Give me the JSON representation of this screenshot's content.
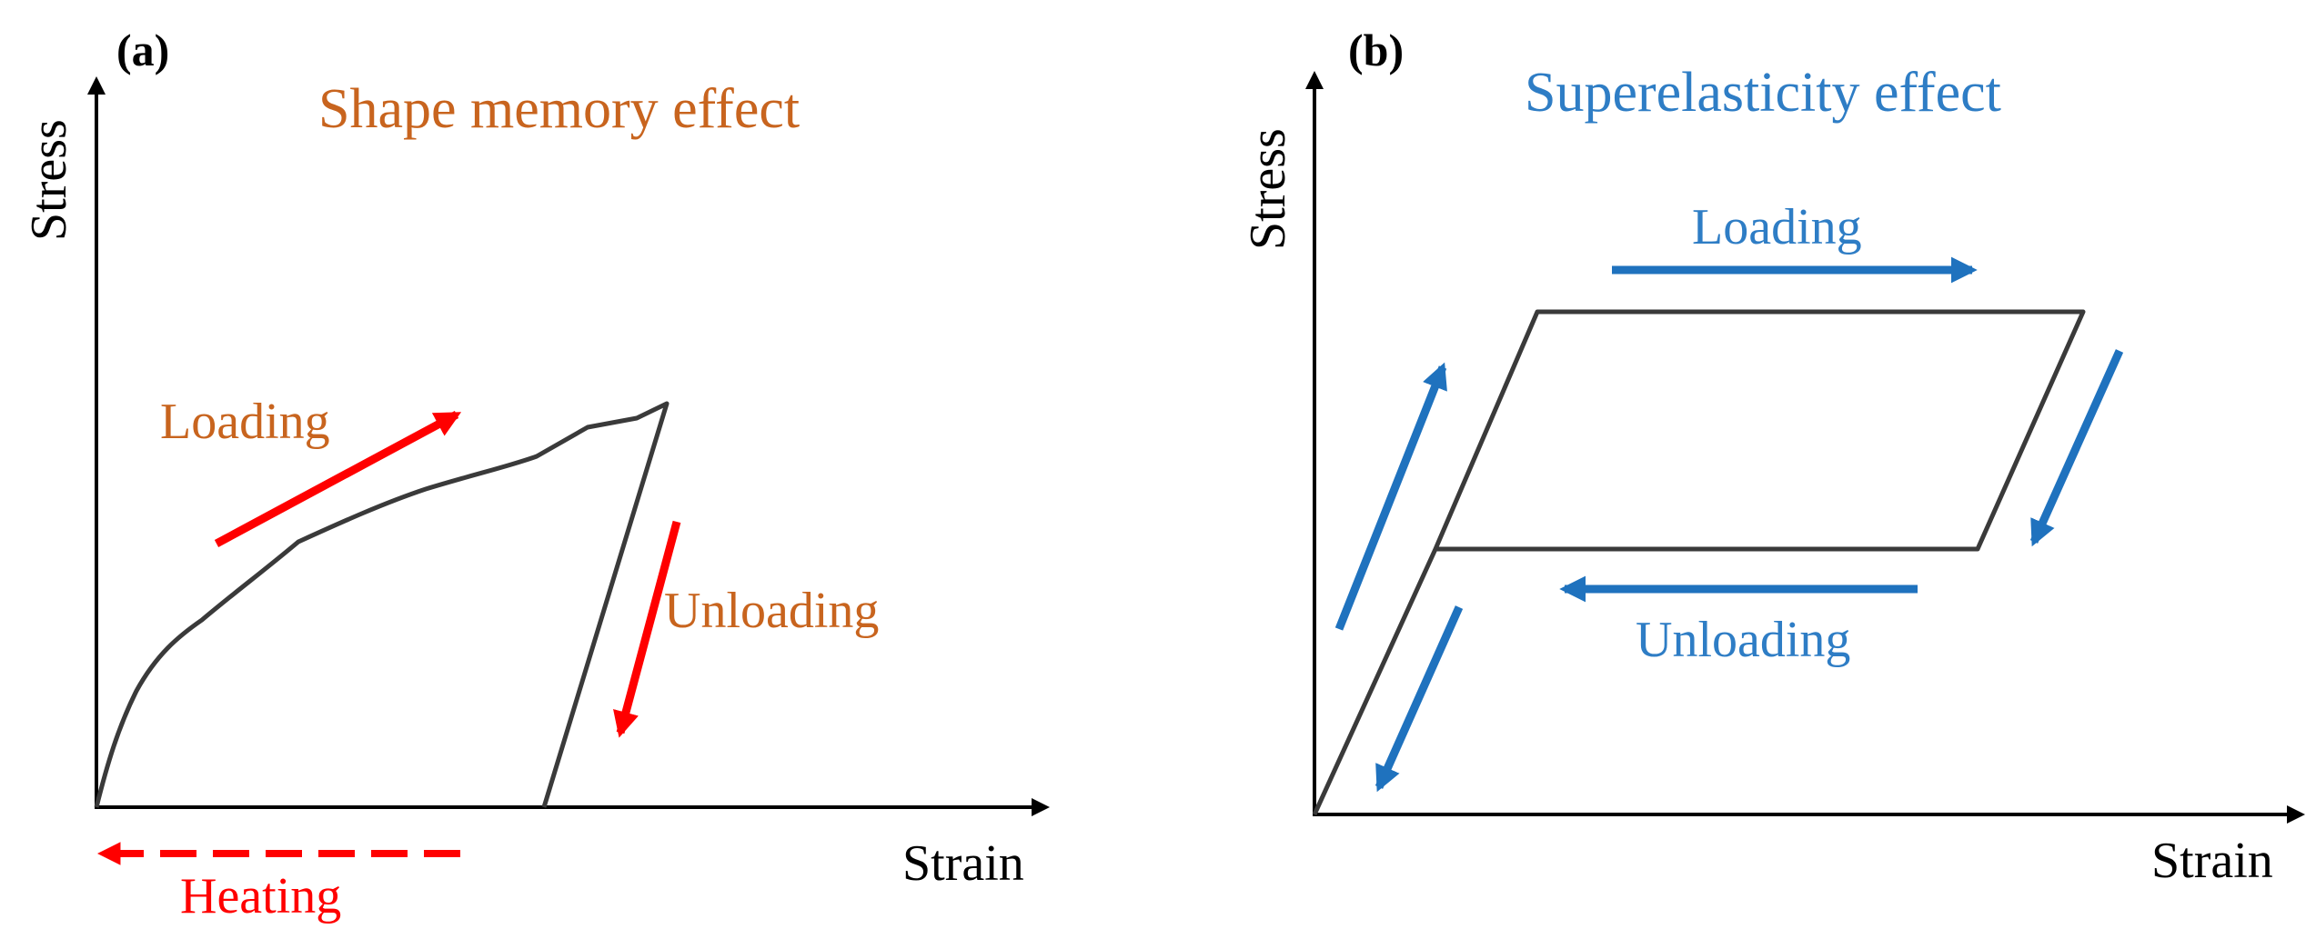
{
  "colors": {
    "axis": "#000000",
    "curve": "#3a3a3a",
    "panel_a_text": "#c8641e",
    "panel_a_arrow": "#ff0000",
    "panel_b_text": "#2e7dc5",
    "panel_b_arrow": "#1f72be"
  },
  "panel_a": {
    "label": "(a)",
    "title": "Shape memory effect",
    "y_axis_label": "Stress",
    "x_axis_label": "Strain",
    "loading_label": "Loading",
    "unloading_label": "Unloading",
    "heating_label": "Heating"
  },
  "panel_b": {
    "label": "(b)",
    "title": "Superelasticity effect",
    "y_axis_label": "Stress",
    "x_axis_label": "Strain",
    "loading_label": "Loading",
    "unloading_label": "Unloading"
  }
}
